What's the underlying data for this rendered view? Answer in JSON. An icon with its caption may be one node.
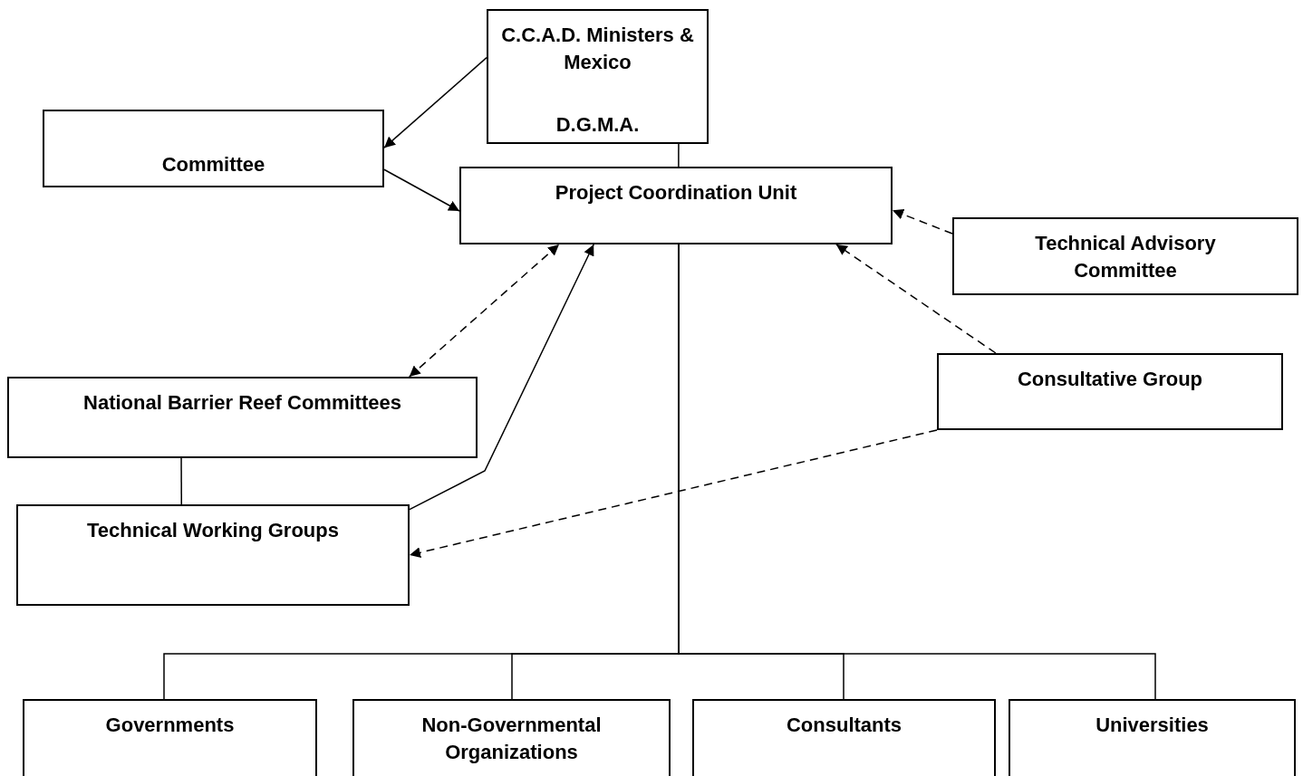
{
  "diagram": {
    "nodes": [
      {
        "text": [
          "C.C.A.D. Ministers & Mexico",
          "D.G.M.A."
        ]
      },
      {
        "text": [
          "Committee"
        ]
      },
      {
        "text": [
          "Project Coordination Unit"
        ]
      },
      {
        "text": [
          "Technical Advisory Committee"
        ]
      },
      {
        "text": [
          "National Barrier Reef Committees"
        ]
      },
      {
        "text": [
          "Consultative Group"
        ]
      },
      {
        "text": [
          "Technical Working Groups"
        ]
      },
      {
        "text": [
          "Governments"
        ]
      },
      {
        "text": [
          "Non-Governmental Organizations"
        ]
      },
      {
        "text": [
          "Consultants"
        ]
      },
      {
        "text": [
          "Universities"
        ]
      }
    ],
    "edges": [
      {
        "from": 0,
        "to": 1,
        "arrow": "to"
      },
      {
        "from": 1,
        "to": 2,
        "arrow": "to"
      },
      {
        "from": 0,
        "to": 2,
        "arrow": "none"
      },
      {
        "from": 3,
        "to": 2,
        "arrow": "to",
        "style": "dashed"
      },
      {
        "from": 4,
        "to": 2,
        "arrow": "both",
        "style": "dashed"
      },
      {
        "from": 6,
        "to": 2,
        "arrow": "to"
      },
      {
        "from": 5,
        "to": 2,
        "arrow": "to",
        "style": "dashed"
      },
      {
        "from": 5,
        "to": 6,
        "arrow": "to",
        "style": "dashed"
      },
      {
        "from": 4,
        "to": 6,
        "arrow": "none"
      },
      {
        "from": 2,
        "to": 7,
        "arrow": "none"
      },
      {
        "from": 2,
        "to": 8,
        "arrow": "none"
      },
      {
        "from": 2,
        "to": 9,
        "arrow": "none"
      },
      {
        "from": 2,
        "to": 10,
        "arrow": "none"
      }
    ]
  }
}
